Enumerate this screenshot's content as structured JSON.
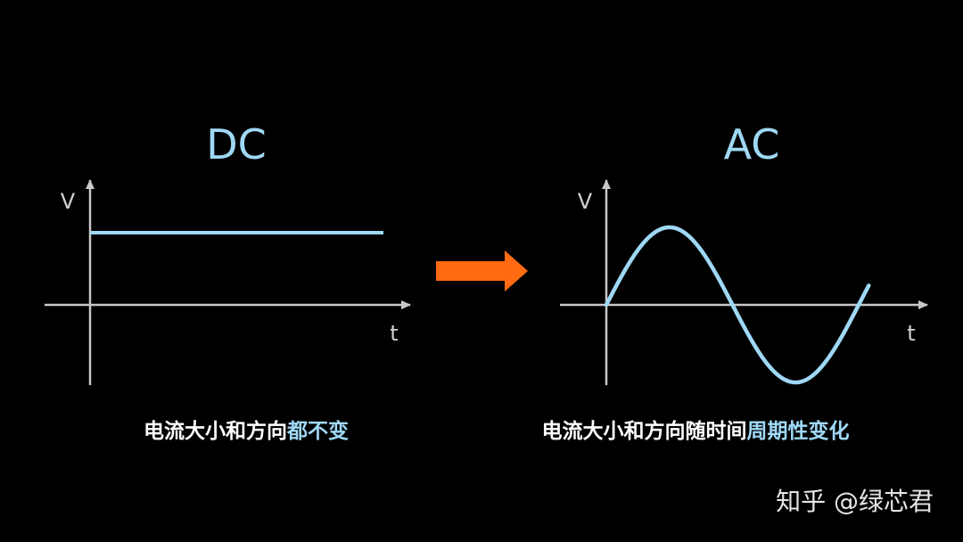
{
  "dc": {
    "title": "DC",
    "y_label": "V",
    "x_label": "t",
    "caption_main": "电流大小和方向",
    "caption_highlight": "都不变"
  },
  "ac": {
    "title": "AC",
    "y_label": "V",
    "x_label": "t",
    "caption_main": "电流大小和方向随时间",
    "caption_highlight": "周期性变化"
  },
  "watermark": "知乎 @绿芯君",
  "colors": {
    "background": "#000000",
    "axis": "#c8c8c8",
    "signal": "#9fd8f5",
    "highlight": "#9fd8f5",
    "arrow": "#ff6a13"
  },
  "arrow_icon": "right-arrow-icon"
}
